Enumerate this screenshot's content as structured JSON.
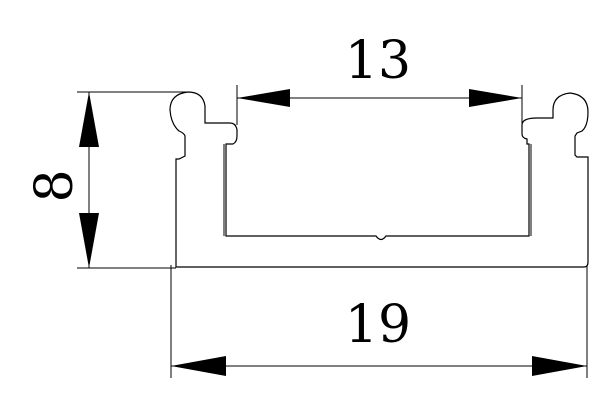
{
  "dimensions": {
    "top_width": "13",
    "bottom_width": "19",
    "height": "8"
  },
  "colors": {
    "line": "#000000",
    "background": "#ffffff"
  }
}
